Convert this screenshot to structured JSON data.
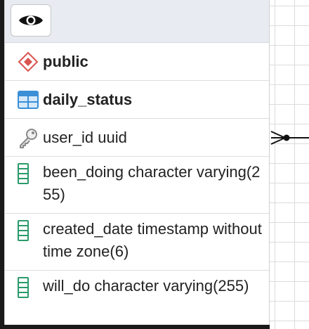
{
  "colors": {
    "header_bg": "#e8ecf2",
    "schema_icon": "#d9534f",
    "table_icon": "#3a8fd6",
    "column_icon": "#2a9a6a",
    "key_icon": "#888888",
    "text": "#222222"
  },
  "header": {
    "toggle_icon": "eye-icon"
  },
  "schema": {
    "icon": "schema-diamond-icon",
    "name": "public"
  },
  "table": {
    "icon": "table-grid-icon",
    "name": "daily_status"
  },
  "columns": [
    {
      "icon": "key-icon",
      "text": "user_id uuid"
    },
    {
      "icon": "column-icon",
      "text": "been_doing character varying(255)"
    },
    {
      "icon": "column-icon",
      "text": "created_date timestamp without time zone(6)"
    },
    {
      "icon": "column-icon",
      "text": "will_do character varying(255)"
    }
  ],
  "relation": {
    "type": "many-to-one",
    "marker": "crows-foot-icon"
  }
}
